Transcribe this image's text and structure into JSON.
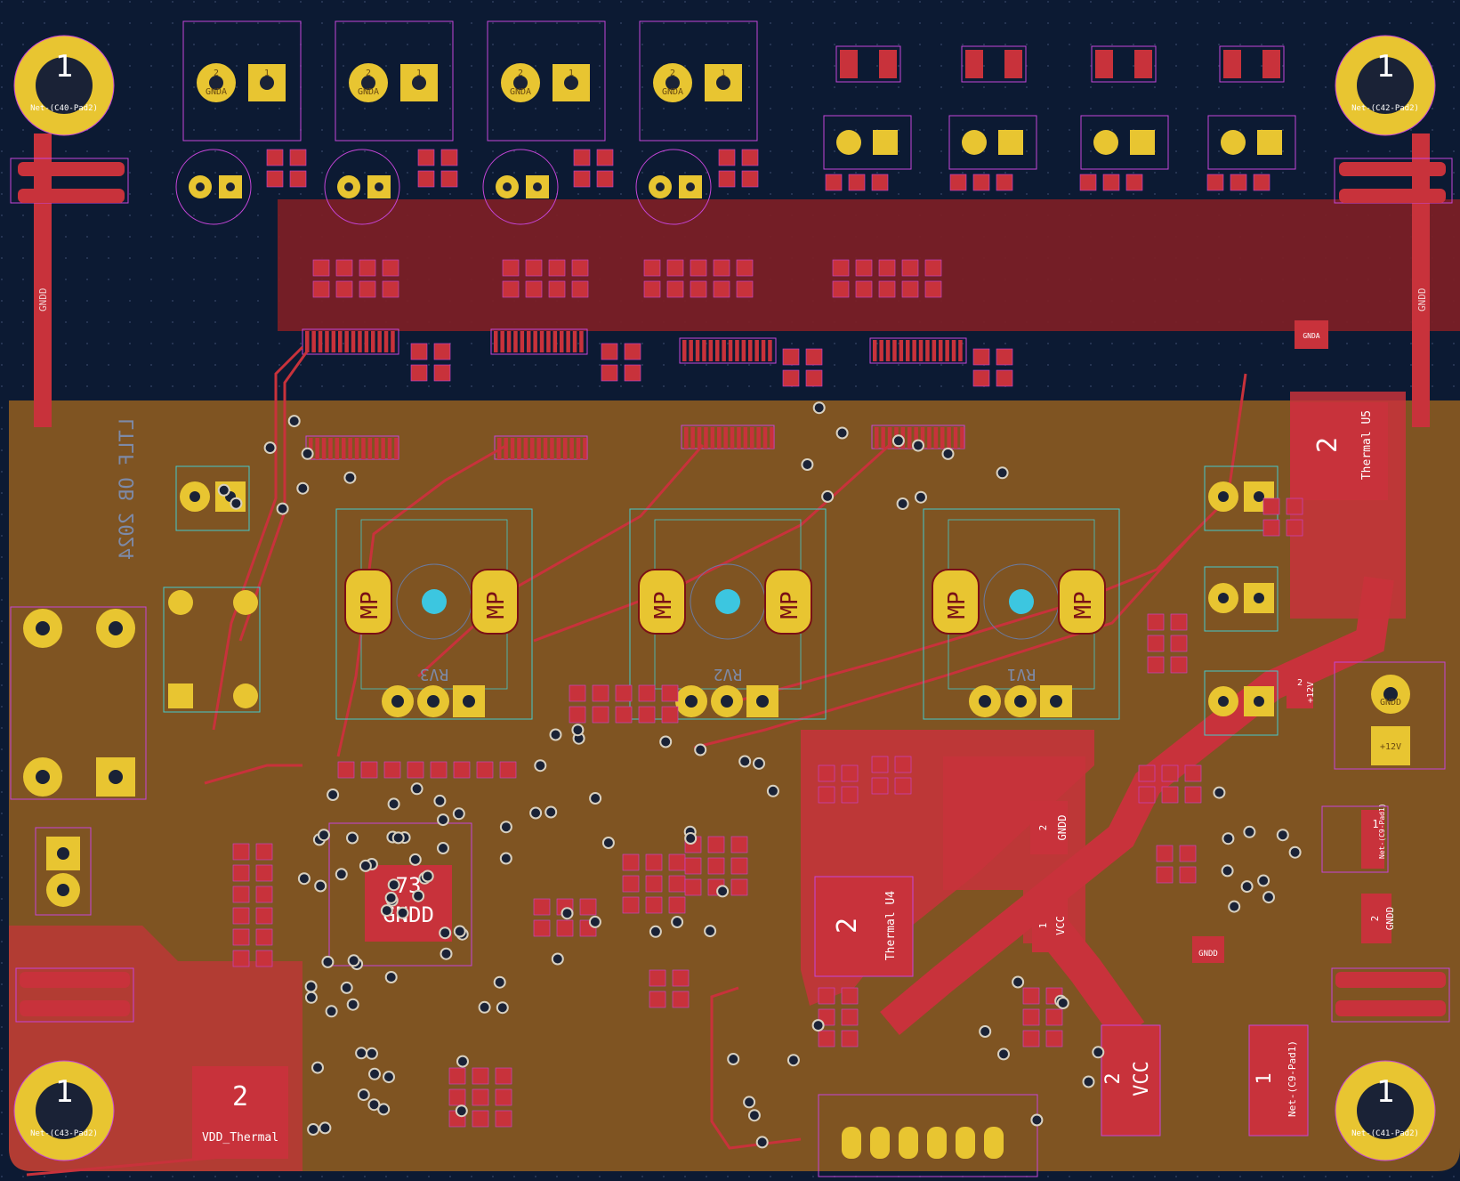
{
  "colors": {
    "background": "#0c1a33",
    "grid_dot": "#2c3c5c",
    "board_fill": "#7f5422",
    "copper_zone": "#7a1f26",
    "track": "#c8323b",
    "pad": "#e8c531",
    "pad_dark": "#7a1016",
    "drill": "#1a2236",
    "via": "#d8d0c0",
    "courtyard": "#c545d8",
    "fab": "#46c9c9",
    "text": "#f0f0f0",
    "silk_back": "#7d8aa8"
  },
  "mount_holes": [
    {
      "id": "mh-top-left",
      "num": "1",
      "net": "Net-(C40-Pad2)"
    },
    {
      "id": "mh-top-right",
      "num": "1",
      "net": "Net-(C42-Pad2)"
    },
    {
      "id": "mh-bottom-left",
      "num": "1",
      "net": "Net-(C43-Pad2)"
    },
    {
      "id": "mh-bottom-right",
      "num": "1",
      "net": "Net-(C41-Pad2)"
    }
  ],
  "rail_labels": {
    "left": "GNDD",
    "right": "GNDD"
  },
  "connectors_top": [
    {
      "pad2": "2",
      "net2": "GNDA",
      "pad1": "1"
    },
    {
      "pad2": "2",
      "net2": "GNDA",
      "pad1": "1"
    },
    {
      "pad2": "2",
      "net2": "GNDA",
      "pad1": "1"
    },
    {
      "pad2": "2",
      "net2": "GNDA",
      "pad1": "1"
    }
  ],
  "pots": [
    {
      "ref": "RV3",
      "mp_left": "MP",
      "mp_right": "MP"
    },
    {
      "ref": "RV2",
      "mp_left": "MP",
      "mp_right": "MP"
    },
    {
      "ref": "RV1",
      "mp_left": "MP",
      "mp_right": "MP"
    }
  ],
  "big_pads": {
    "thermal_u5": {
      "num": "2",
      "label": "Thermal U5"
    },
    "thermal_u4": {
      "num": "2",
      "label": "Thermal U4"
    },
    "vdd_thermal": {
      "num": "2",
      "label": "VDD_Thermal"
    },
    "vcc_pad": {
      "num": "2",
      "label": "VCC"
    },
    "c9_pad": {
      "num": "1",
      "label": "Net-(C9-Pad1)"
    },
    "c9_right": {
      "num": "1",
      "label": "Net-(C9-Pad1)"
    },
    "gndd_right": {
      "num": "2",
      "label": "GNDD"
    },
    "vcc_mid": {
      "num": "1",
      "label": "VCC"
    },
    "gndd_mid": {
      "num": "2",
      "label": "GNDD"
    }
  },
  "mcu": {
    "pad": "73",
    "net": "GNDD"
  },
  "power_conn": {
    "top_pad": "GNDD",
    "bottom_pad": "+12V",
    "pin2": "2",
    "pin2_net": "+12V"
  },
  "small_labels": {
    "gndd_small": "GNDD",
    "gnda_small": "GNDA"
  },
  "back_silk_text": "LTLF OB 2024"
}
